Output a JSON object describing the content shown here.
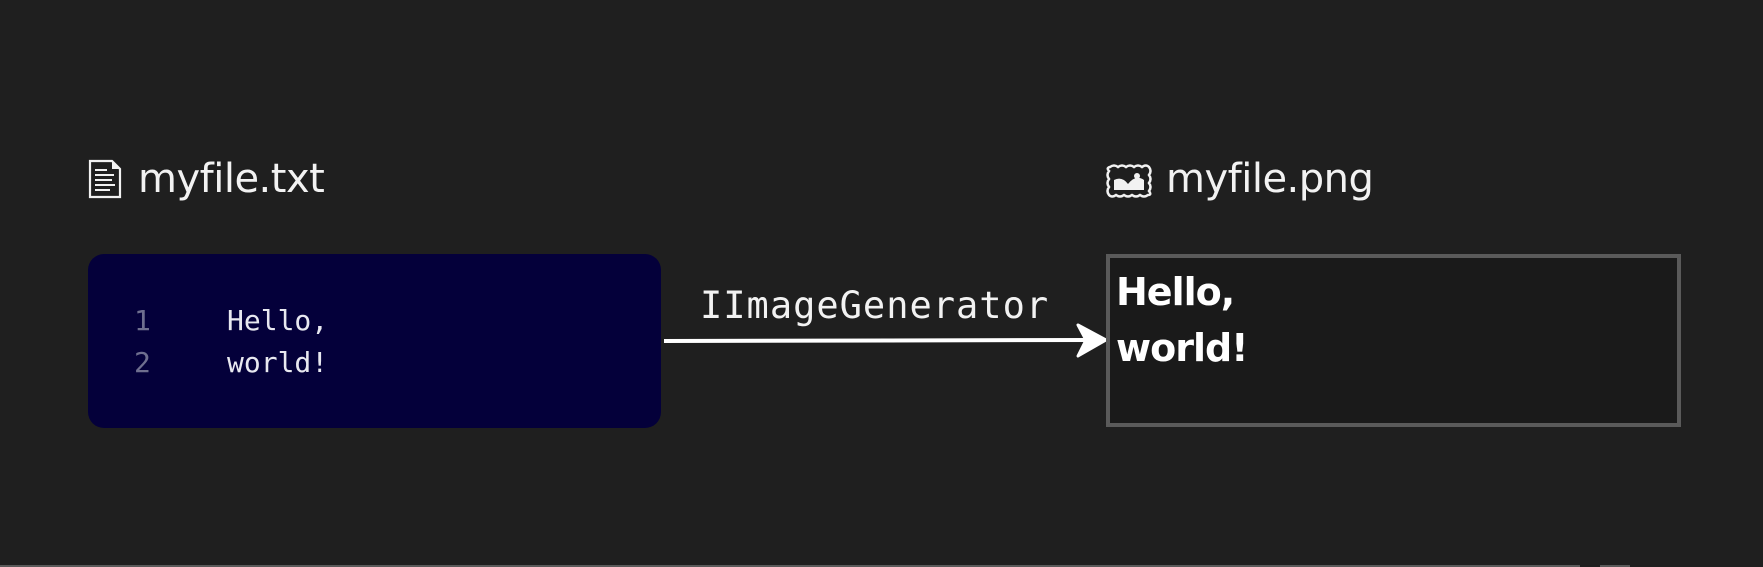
{
  "source": {
    "icon": "text-file-icon",
    "filename": "myfile.txt",
    "lines": [
      {
        "number": "1",
        "text": "Hello,"
      },
      {
        "number": "2",
        "text": "world!"
      }
    ],
    "background": "#04003a"
  },
  "transform": {
    "label": "IImageGenerator",
    "arrow": "right-arrow"
  },
  "output": {
    "icon": "image-file-icon",
    "filename": "myfile.png",
    "lines": [
      "Hello,",
      "world!"
    ],
    "border_color": "#5a5a5a"
  },
  "colors": {
    "background": "#1f1f1f",
    "text": "#ffffff",
    "line_number": "#6f6f8f"
  }
}
